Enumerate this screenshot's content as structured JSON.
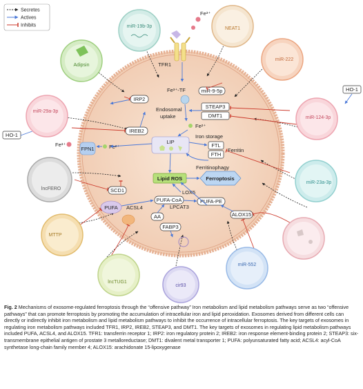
{
  "legend": {
    "secretes": "Secretes",
    "actives": "Actives",
    "inhibits": "Inhibits"
  },
  "exosomes": {
    "mir19b3p": "miR-19b-3p",
    "neat1": "NEAT1",
    "adipsin": "Adipsin",
    "mir222": "miR-222",
    "mir29a3p": "miR-29a-3p",
    "mir1243p": "miR-124-3p",
    "mir23a3p": "miR-23a-3p",
    "lncfero": "lncFERO",
    "mttp": "MTTP",
    "lnctug1": "lncTUG1",
    "cir93": "cir93",
    "mir552": "miR-552"
  },
  "nodes": {
    "fe3_top": "Fe³⁺",
    "tfr1": "TFR1",
    "mir95p": "miR-9-5p",
    "irp2": "IRP2",
    "fe3_tf": "Fe³⁺-TF",
    "endosomal": "Endosomal",
    "uptake": "uptake",
    "steap3": "STEAP3",
    "dmt1": "DMT1",
    "fe2_a": "Fe²⁺",
    "ireb2": "IREB2",
    "ho1_left": "HO-1",
    "ho1_right": "HO-1",
    "fe3_left": "Fe³⁺",
    "fpn1": "FPN1",
    "fe2_b": "Fe²⁺",
    "lip": "LIP",
    "iron_storage": "Iron storage",
    "ftl": "FTL",
    "fth": "FTH",
    "ferritin": "Ferritin",
    "ferritinophagy": "Ferritinophagy",
    "lipid_ros": "Lipid ROS",
    "ferroptosis": "Ferroptosis",
    "scd1": "SCD1",
    "lox5": "LOX5",
    "pufa_coa": "PUFA-CoA",
    "pufa": "PUFA",
    "acsl4": "ACSL4",
    "lpcat3": "LPCAT3",
    "pufa_pe": "PUFA-PE",
    "alox15": "ALOX15",
    "aa": "AA",
    "fabp3": "FABP3"
  },
  "caption": {
    "fig_no": "Fig. 2",
    "text": "Mechanisms of exosome-regulated ferroptosis through the “offensive pathway” Iron metabolism and lipid metabolism pathways serve as two “offensive pathways” that can promote ferroptosis by promoting the accumulation of intracellular iron and lipid peroxidation. Exosomes derived from different cells can directly or indirectly inhibit iron metabolism and lipid metabolism pathways to inhibit the occurrence of intracellular ferroptosis. The key targets of exosomes in regulating iron metabolism pathways included TFR1, IRP2, IREB2, STEAP3, and DMT1. The key targets of exosomes in regulating lipid metabolism pathways included PUFA, ACSL4, and ALOX15. TFR1: transferrin receptor 1; IRP2: iron regulatory protein 2; IREB2: iron response element-binding protein 2; STEAP3: six-transmembrane epithelial antigen of prostate 3 metalloreductase; DMT1: divalent metal transporter 1; PUFA: polyunsaturated fatty acid; ACSL4: acyl-CoA synthetase long-chain family member 4; ALOX15: arachidonate 15-lipoxygenase"
  },
  "colors": {
    "cell_fill": "#f6dcc8",
    "cell_border": "#e8b69a",
    "activate": "#4a78d8",
    "inhibit": "#cc3a2c",
    "highlight_green": "#b7e07a",
    "ferroptosis_blue": "#bcd6f2"
  }
}
